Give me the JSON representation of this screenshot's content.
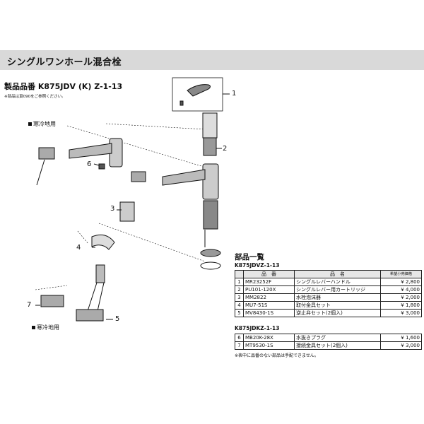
{
  "header": {
    "title": "シングルワンホール混合栓"
  },
  "product": {
    "label": "製品品番 K875JDV (K) Z-1-13",
    "note": "※部品は頁090をご参照ください。"
  },
  "regions": {
    "cold_region_top": "寒冷地用",
    "cold_region_bottom": "寒冷地用"
  },
  "callouts": [
    "1",
    "2",
    "3",
    "4",
    "5",
    "6",
    "7"
  ],
  "parts_list": {
    "title": "部品一覧",
    "headers": {
      "part_no": "品　番",
      "name": "品　名",
      "price": "希望小売価格"
    },
    "groups": [
      {
        "label": "K875JDVZ-1-13",
        "rows": [
          {
            "no": "1",
            "part": "MR23252F",
            "name": "シングルレバーハンドル",
            "price": "¥ 2,800"
          },
          {
            "no": "2",
            "part": "PU101-120X",
            "name": "シングルレバー用カートリッジ",
            "price": "¥ 4,000"
          },
          {
            "no": "3",
            "part": "MM2822",
            "name": "水栓泡沫器",
            "price": "¥ 2,000"
          },
          {
            "no": "4",
            "part": "MU7-51S",
            "name": "取付金具セット",
            "price": "¥ 1,800"
          },
          {
            "no": "5",
            "part": "MV8430-1S",
            "name": "逆止弁セット(2個入)",
            "price": "¥ 3,000"
          }
        ]
      },
      {
        "label": "K875JDKZ-1-13",
        "rows": [
          {
            "no": "6",
            "part": "MB20K-28X",
            "name": "水抜きプラグ",
            "price": "¥ 1,600"
          },
          {
            "no": "7",
            "part": "MT9530-1S",
            "name": "接続金具セット(2個入)",
            "price": "¥ 3,000"
          }
        ]
      }
    ],
    "footnote": "※表中に品番のない部品は手配できません。"
  }
}
